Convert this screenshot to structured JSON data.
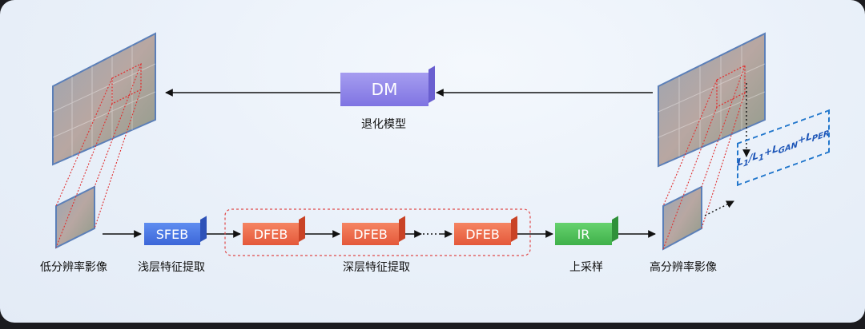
{
  "diagram": {
    "degradation_block": "DM",
    "degradation_label": "退化模型",
    "lr_label": "低分辨率影像",
    "sfeb_block": "SFEB",
    "sfeb_label": "浅层特征提取",
    "dfeb_block_1": "DFEB",
    "dfeb_block_2": "DFEB",
    "dfeb_block_3": "DFEB",
    "dfeb_label": "深层特征提取",
    "ir_block": "IR",
    "ir_label": "上采样",
    "hr_label": "高分辨率影像",
    "loss_l1": "L",
    "loss_l1_sub": "1",
    "loss_slash": "/L",
    "loss_l1b_sub": "1",
    "loss_plus1": "+L",
    "loss_gan_sub": "GAN",
    "loss_plus2": "+L",
    "loss_per_sub": "PER"
  },
  "colors": {
    "dm": "#8f86ea",
    "sfeb": "#4a78e6",
    "dfeb": "#ef6a44",
    "ir": "#4fc65a"
  }
}
